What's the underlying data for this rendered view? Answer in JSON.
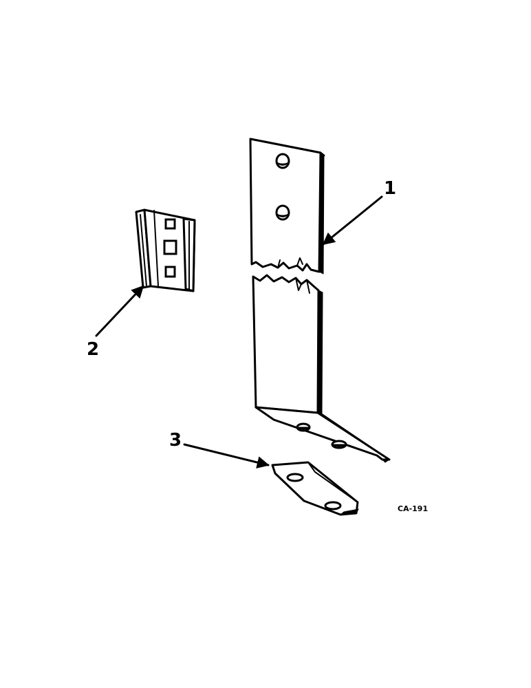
{
  "callouts": {
    "part_1": "1",
    "part_2": "2",
    "part_3": "3"
  },
  "figure_code": "CA-191"
}
